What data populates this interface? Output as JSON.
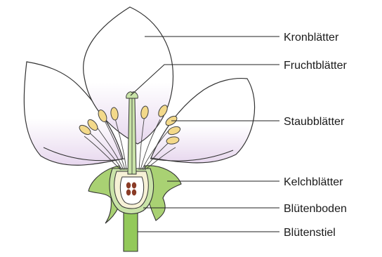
{
  "labels": {
    "petals": "Kronblätter",
    "carpels": "Fruchtblätter",
    "stamens": "Staubblätter",
    "sepals": "Kelchblätter",
    "receptacle": "Blütenboden",
    "stalk": "Blütenstiel"
  },
  "colors": {
    "petal_fill": "#ffffff",
    "petal_tint": "#e7d7ee",
    "outline": "#333333",
    "sepal_green": "#a9d173",
    "stem_green": "#93c95a",
    "anther_yellow": "#f3d98a",
    "receptacle_cream": "#f6f1d6",
    "seed_brown": "#8a3b26"
  }
}
